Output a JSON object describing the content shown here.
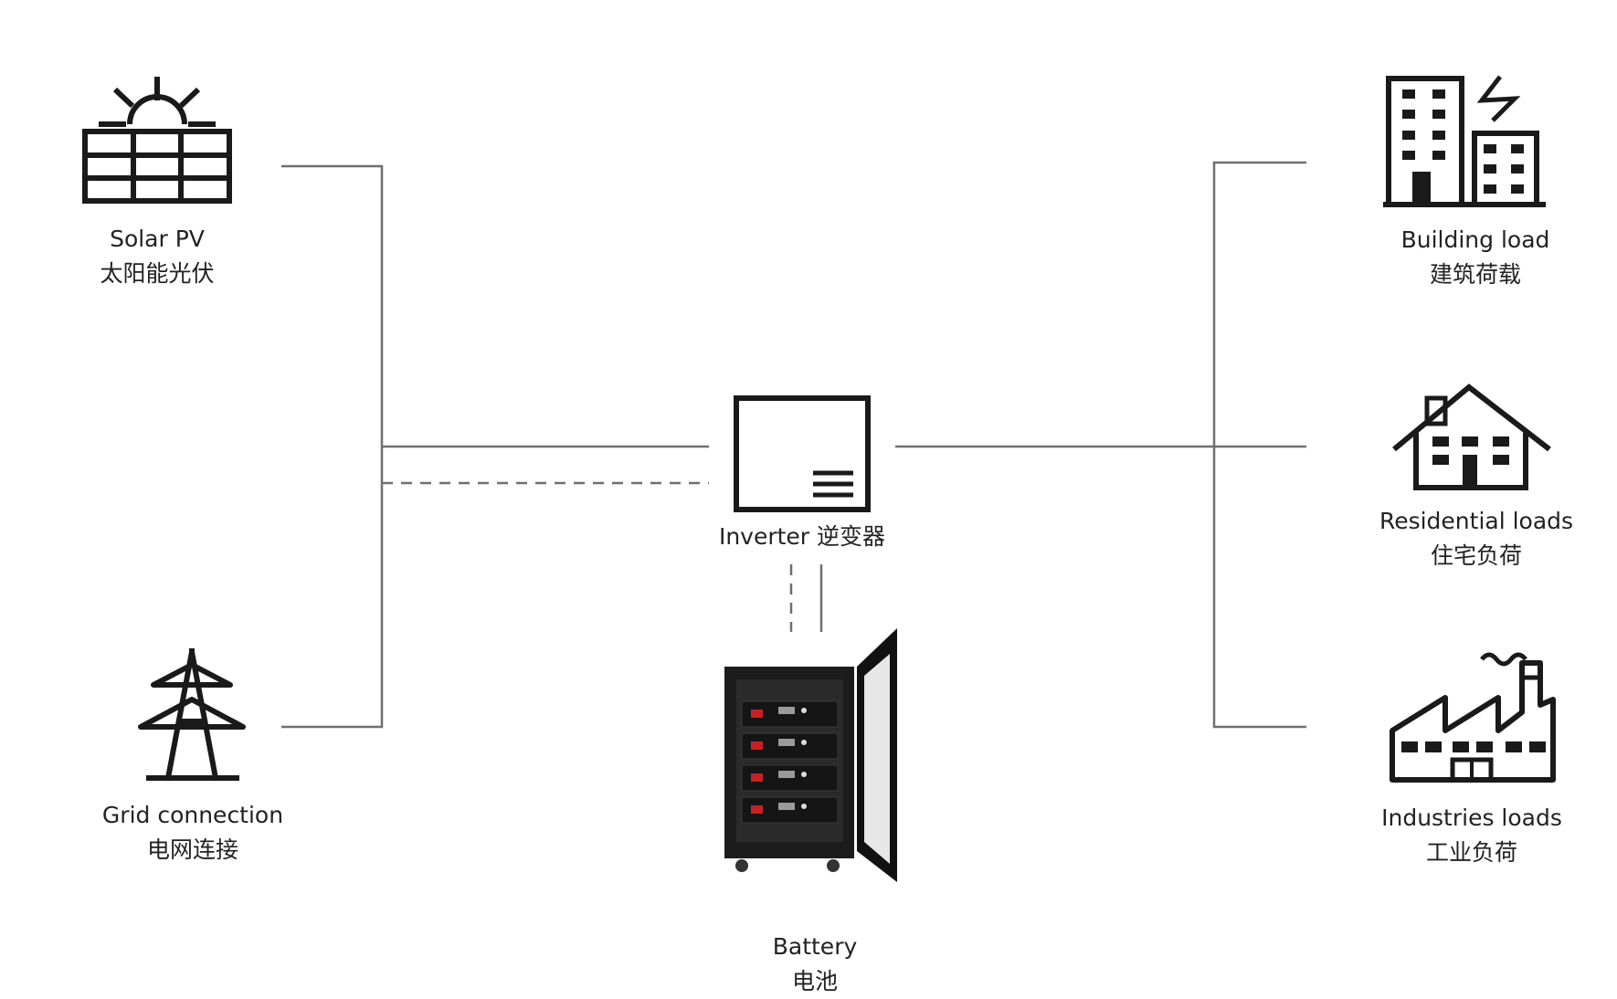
{
  "nodes": {
    "solar": {
      "label_en": "Solar PV",
      "label_zh": "太阳能光伏",
      "icon": "solar-panel-icon"
    },
    "grid": {
      "label_en": "Grid connection",
      "label_zh": "电网连接",
      "icon": "power-tower-icon"
    },
    "inverter": {
      "label": "Inverter 逆变器",
      "icon": "inverter-icon"
    },
    "battery": {
      "label_en": "Battery",
      "label_zh": "电池",
      "icon": "battery-cabinet-icon"
    },
    "building": {
      "label_en": "Building load",
      "label_zh": "建筑荷载",
      "icon": "building-icon"
    },
    "residential": {
      "label_en": "Residential loads",
      "label_zh": "住宅负荷",
      "icon": "house-icon"
    },
    "industrial": {
      "label_en": "Industries loads",
      "label_zh": "工业负荷",
      "icon": "factory-icon"
    }
  },
  "colors": {
    "line": "#6f6f6f",
    "icon": "#1a1a1a",
    "text": "#222222",
    "accent_red": "#c8202b"
  }
}
